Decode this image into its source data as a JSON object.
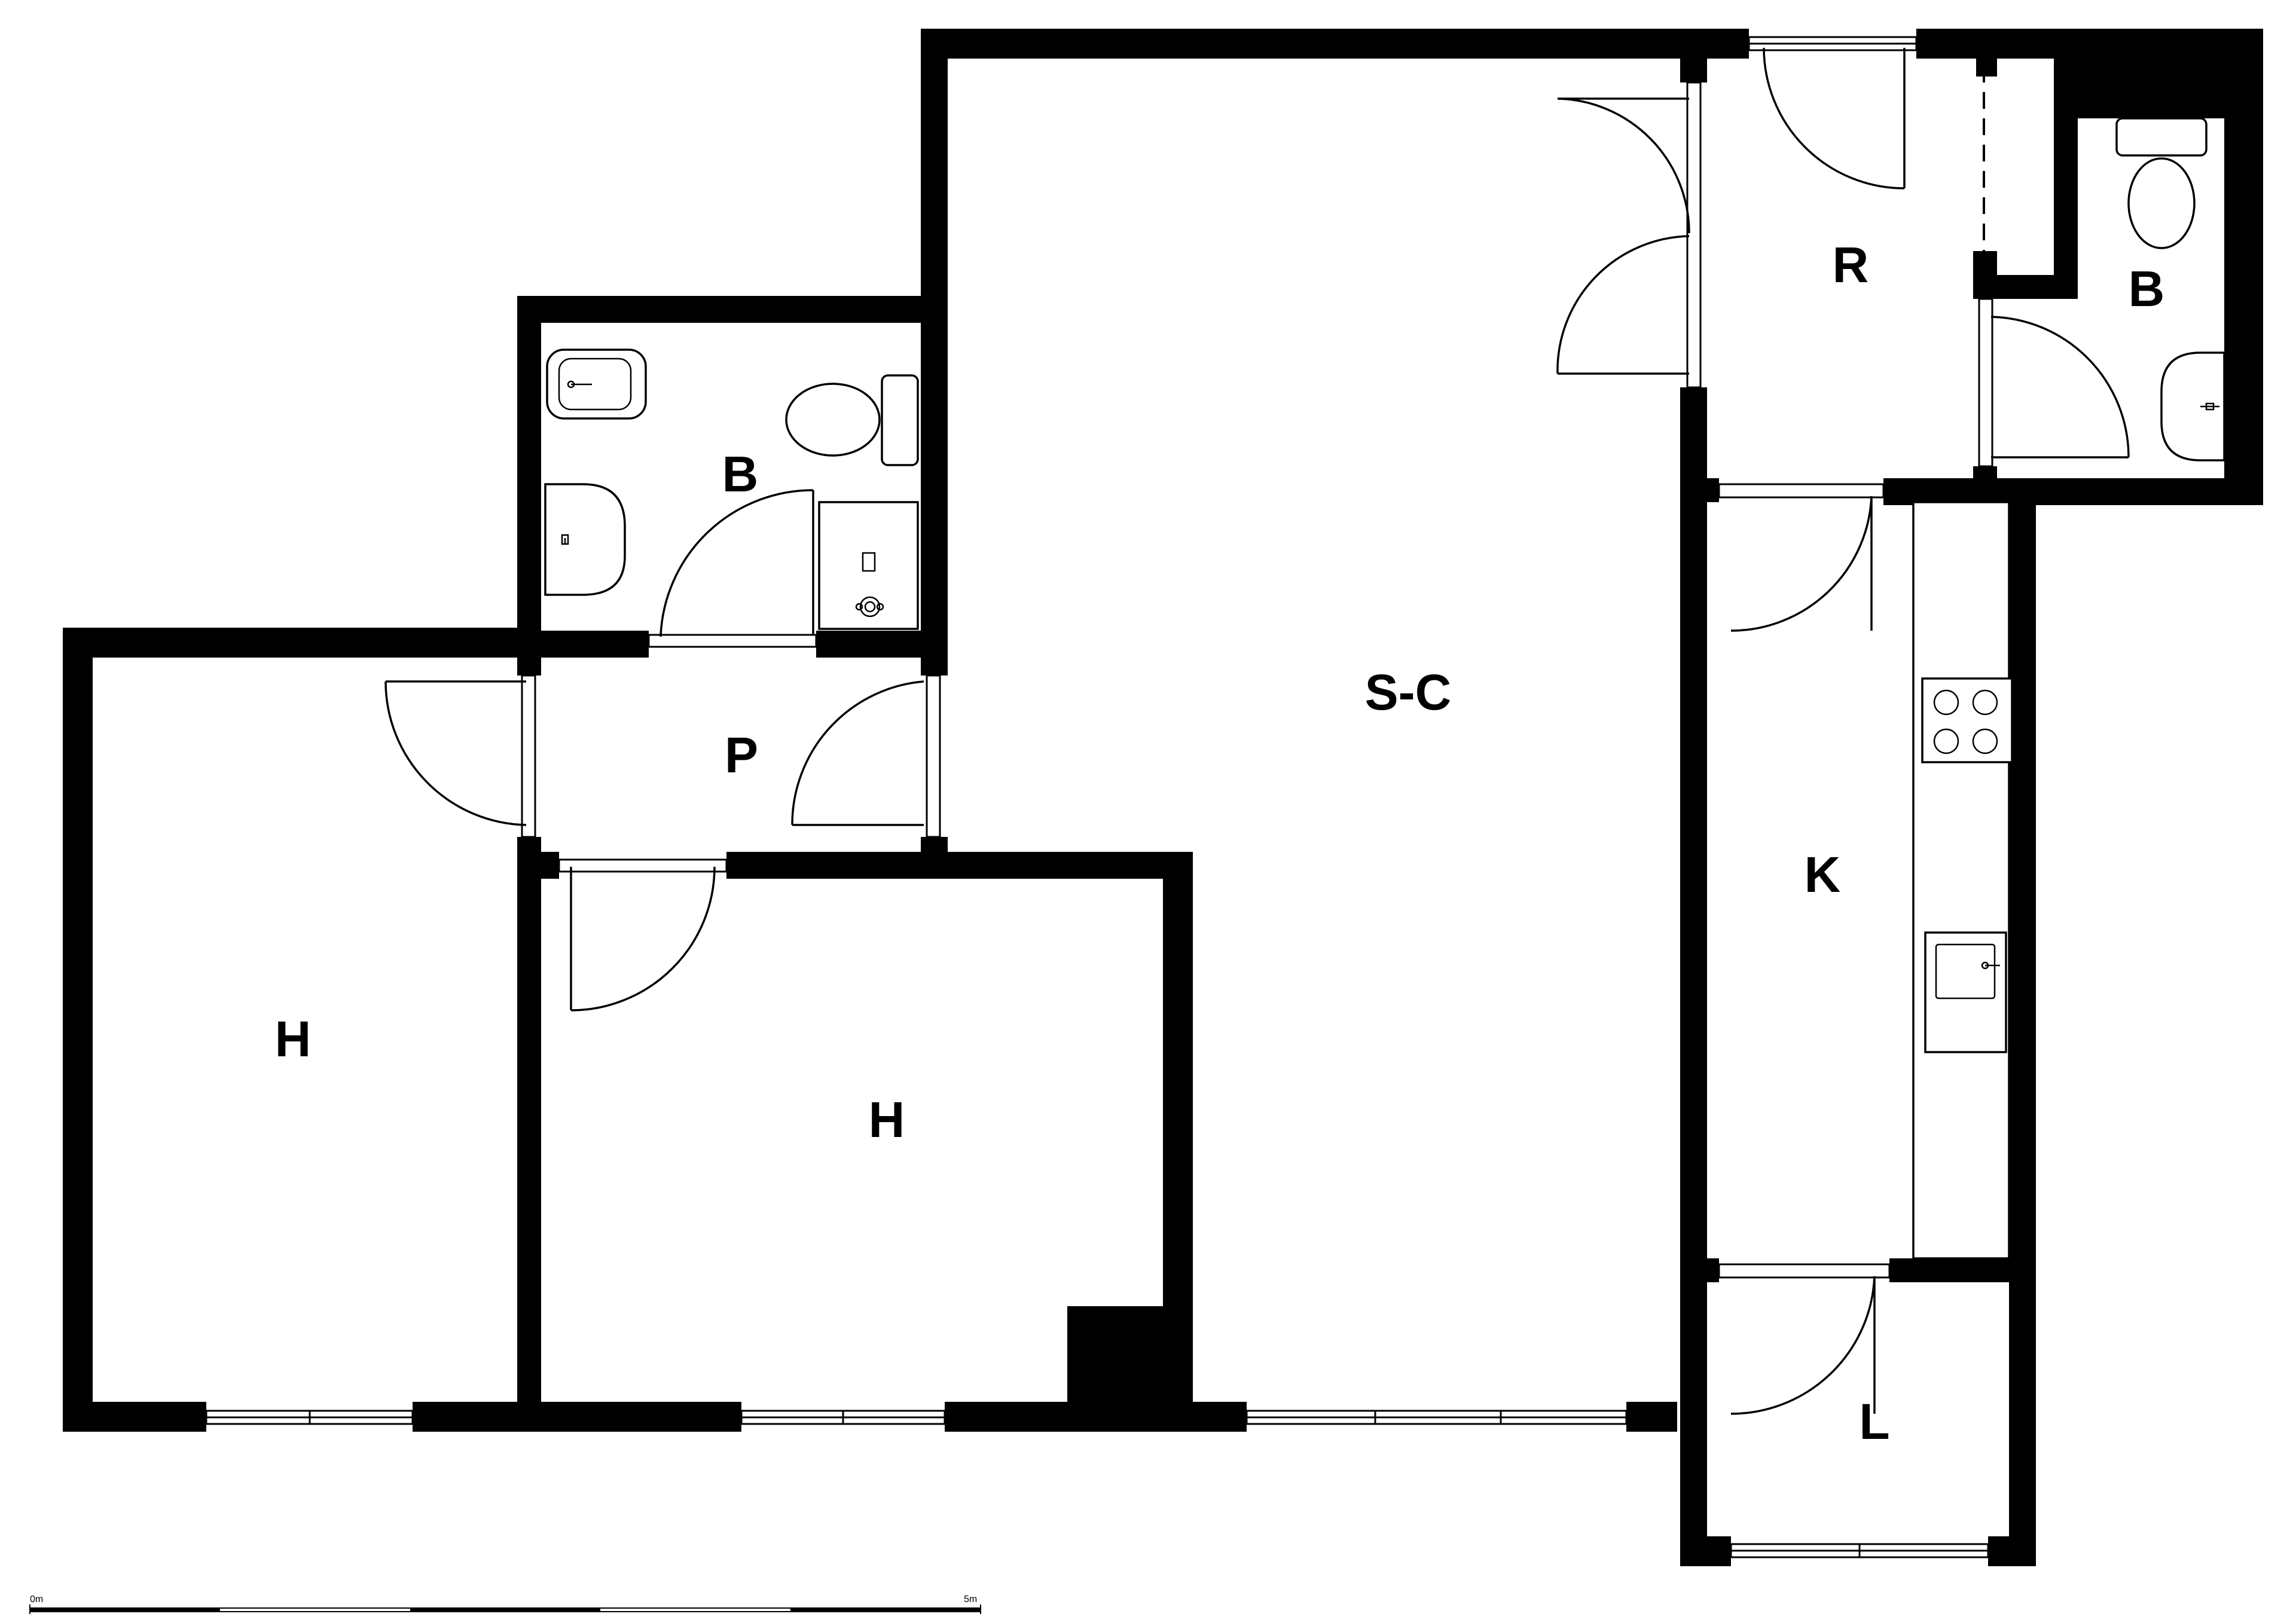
{
  "rooms": {
    "bath_left": "B",
    "hall": "P",
    "bedroom_left": "H",
    "bedroom_mid": "H",
    "living": "S-C",
    "utility": "R",
    "bath_right": "B",
    "kitchen": "K",
    "laundry": "L"
  },
  "scale": {
    "start": "0m",
    "end": "5m"
  }
}
